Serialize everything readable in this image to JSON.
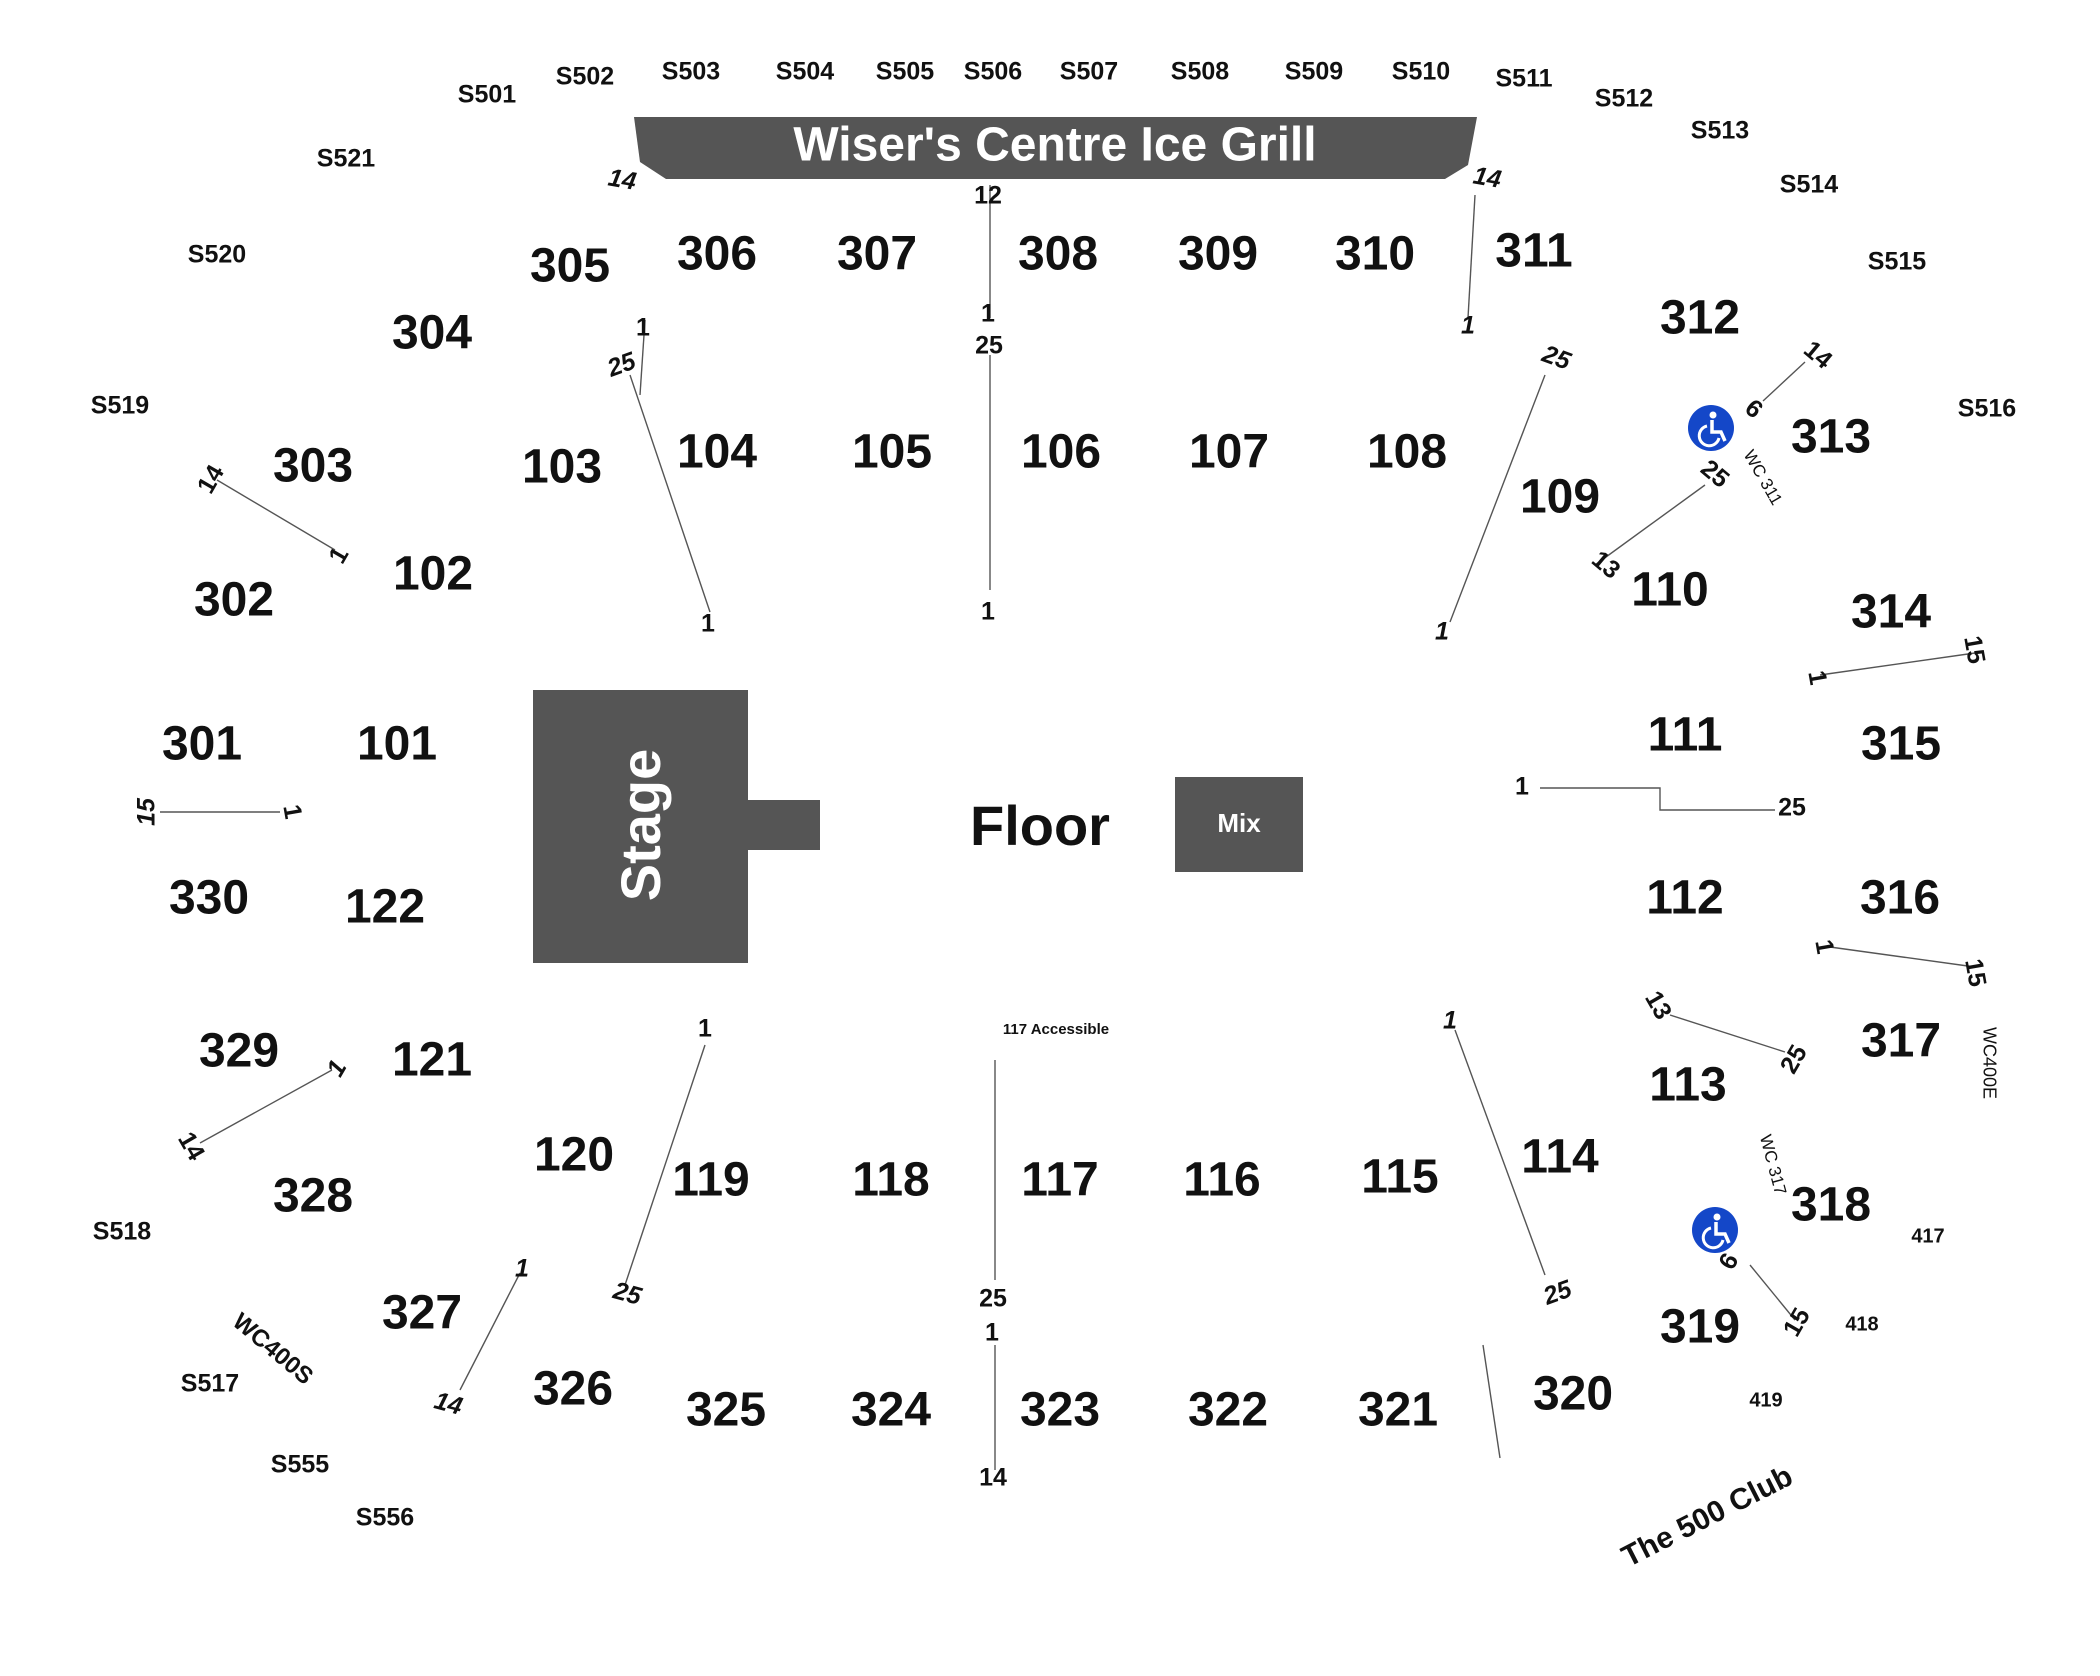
{
  "features": {
    "grill": "Wiser's Centre Ice Grill",
    "stage": "Stage",
    "floor": "Floor",
    "mix": "Mix",
    "accessible_117": "117 Accessible",
    "wc_311": "WC 311",
    "wc_317": "WC 317",
    "wc400e": "WC400E",
    "wc400s": "WC400S",
    "club": "The 500 Club"
  },
  "suites": [
    "S501",
    "S502",
    "S503",
    "S504",
    "S505",
    "S506",
    "S507",
    "S508",
    "S509",
    "S510",
    "S511",
    "S512",
    "S513",
    "S514",
    "S515",
    "S516",
    "S517",
    "S518",
    "S519",
    "S520",
    "S521",
    "S555",
    "S556"
  ],
  "sections_100": [
    "101",
    "102",
    "103",
    "104",
    "105",
    "106",
    "107",
    "108",
    "109",
    "110",
    "111",
    "112",
    "113",
    "114",
    "115",
    "116",
    "117",
    "118",
    "119",
    "120",
    "121",
    "122"
  ],
  "sections_300": [
    "301",
    "302",
    "303",
    "304",
    "305",
    "306",
    "307",
    "308",
    "309",
    "310",
    "311",
    "312",
    "313",
    "314",
    "315",
    "316",
    "317",
    "318",
    "319",
    "320",
    "321",
    "322",
    "323",
    "324",
    "325",
    "326",
    "327",
    "328",
    "329",
    "330"
  ],
  "sections_400": [
    "417",
    "418",
    "419"
  ],
  "row_markers": [
    "14",
    "1",
    "12",
    "1",
    "25",
    "1",
    "14",
    "1",
    "25",
    "1",
    "25",
    "1",
    "14",
    "1",
    "14",
    "6",
    "25",
    "13",
    "15",
    "1",
    "1",
    "25",
    "1",
    "15",
    "13",
    "25",
    "1",
    "15",
    "1",
    "25",
    "1",
    "25",
    "1",
    "14",
    "1",
    "14",
    "25",
    "6",
    "15",
    "1",
    "14"
  ],
  "icons": {
    "accessibility": "wheelchair-icon",
    "accessibility_color": "#1447c8"
  },
  "colors": {
    "blocks": "#555555",
    "text": "#111111",
    "lines": "#555555"
  }
}
